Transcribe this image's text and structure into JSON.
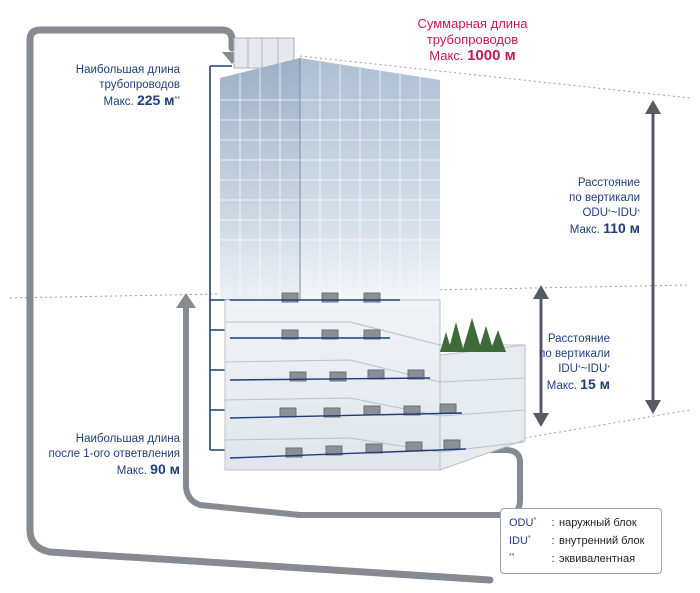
{
  "labels": {
    "total": {
      "line1": "Суммарная длина",
      "line2": "трубопроводов",
      "prefix": "Макс.",
      "value": "1000 м"
    },
    "longest": {
      "line1": "Наибольшая длина",
      "line2": "трубопроводов",
      "prefix": "Макс.",
      "value": "225 м",
      "mark": "**"
    },
    "odu_idu": {
      "line1": "Расстояние",
      "line2": "по вертикали",
      "line3_a": "ODU",
      "line3_b": "~IDU",
      "mark": "*",
      "prefix": "Макс.",
      "value": "110 м"
    },
    "idu_idu": {
      "line1": "Расстояние",
      "line2": "по вертикали",
      "line3_a": "IDU",
      "line3_b": "~IDU",
      "mark": "*",
      "prefix": "Макс.",
      "value": "15 м"
    },
    "branch": {
      "line1": "Наибольшая длина",
      "line2": "после 1-ого ответвления",
      "prefix": "Макс.",
      "value": "90 м"
    }
  },
  "legend": [
    {
      "key": "ODU",
      "mark": "*",
      "colon": ":",
      "text": "наружный блок"
    },
    {
      "key": "IDU",
      "mark": "*",
      "colon": ":",
      "text": "внутренний блок"
    },
    {
      "key": "",
      "mark": "**",
      "colon": ":",
      "text": "эквивалентная"
    }
  ],
  "colors": {
    "pipe": "#7d8289",
    "line": "#1f3f7a",
    "accent": "#c2185b",
    "glass": "#cbd6e3"
  }
}
